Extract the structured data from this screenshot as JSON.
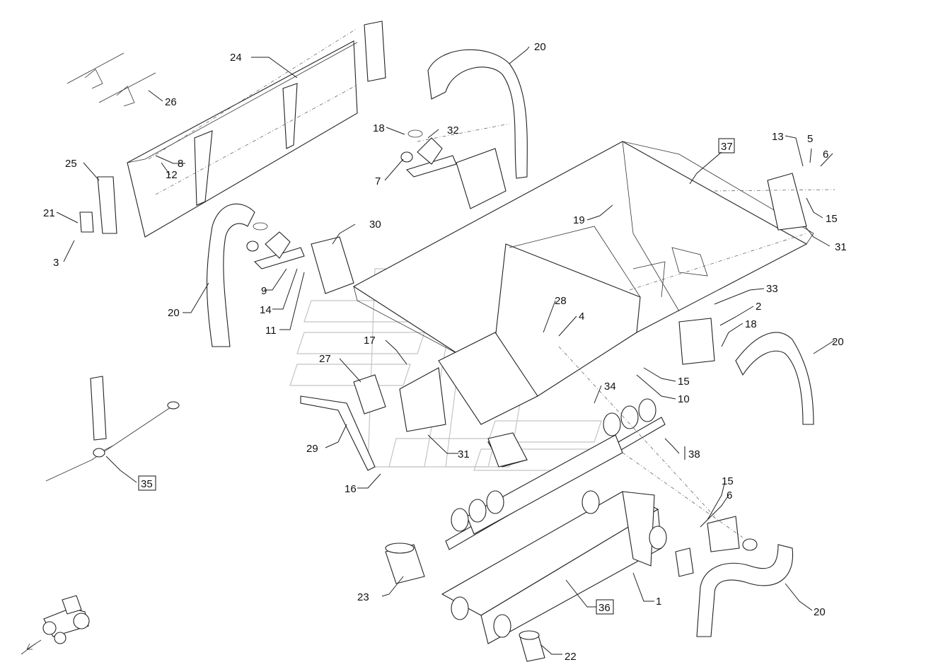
{
  "labels": {
    "l1": "1",
    "l2": "2",
    "l3": "3",
    "l4": "4",
    "l5": "5",
    "l6a": "6",
    "l6b": "6",
    "l7": "7",
    "l8": "8",
    "l9": "9",
    "l10": "10",
    "l11": "11",
    "l12": "12",
    "l13": "13",
    "l14": "14",
    "l15a": "15",
    "l15b": "15",
    "l15c": "15",
    "l16": "16",
    "l17": "17",
    "l18a": "18",
    "l18b": "18",
    "l19": "19",
    "l20a": "20",
    "l20b": "20",
    "l20c": "20",
    "l20d": "20",
    "l21": "21",
    "l22": "22",
    "l23": "23",
    "l24": "24",
    "l25": "25",
    "l26": "26",
    "l27": "27",
    "l28": "28",
    "l29": "29",
    "l30": "30",
    "l31a": "31",
    "l31b": "31",
    "l32": "32",
    "l33": "33",
    "l34": "34",
    "l35": "35",
    "l36": "36",
    "l37": "37",
    "l38": "38"
  },
  "colors": {
    "line": "#222222",
    "watermark": "#c4c4c4",
    "background": "#ffffff"
  },
  "icons": {
    "tractor": "tractor-icon",
    "direction": "direction-arrow-icon"
  }
}
